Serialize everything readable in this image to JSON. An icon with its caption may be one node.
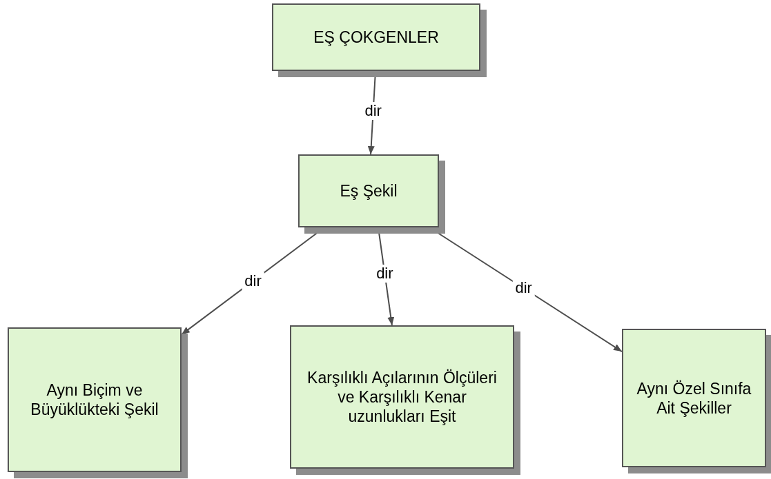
{
  "diagram": {
    "nodes": [
      {
        "text": [
          "EŞ ÇOKGENLER"
        ]
      },
      {
        "text": [
          "Eş Şekil"
        ]
      },
      {
        "text": [
          "Aynı Biçim ve Büyüklükteki Şekil"
        ]
      },
      {
        "text": [
          "Karşılıklı Açılarının Ölçüleri ve Karşılıklı Kenar uzunlukları Eşit"
        ]
      },
      {
        "text": [
          "Aynı Özel Sınıfa Ait Şekiller"
        ]
      }
    ],
    "edges": [
      {
        "from": 0,
        "to": 1,
        "arrow": "to",
        "label": "dir"
      },
      {
        "from": 1,
        "to": 2,
        "arrow": "to",
        "label": "dir"
      },
      {
        "from": 1,
        "to": 3,
        "arrow": "to",
        "label": "dir"
      },
      {
        "from": 1,
        "to": 4,
        "arrow": "to",
        "label": "dir"
      }
    ]
  }
}
